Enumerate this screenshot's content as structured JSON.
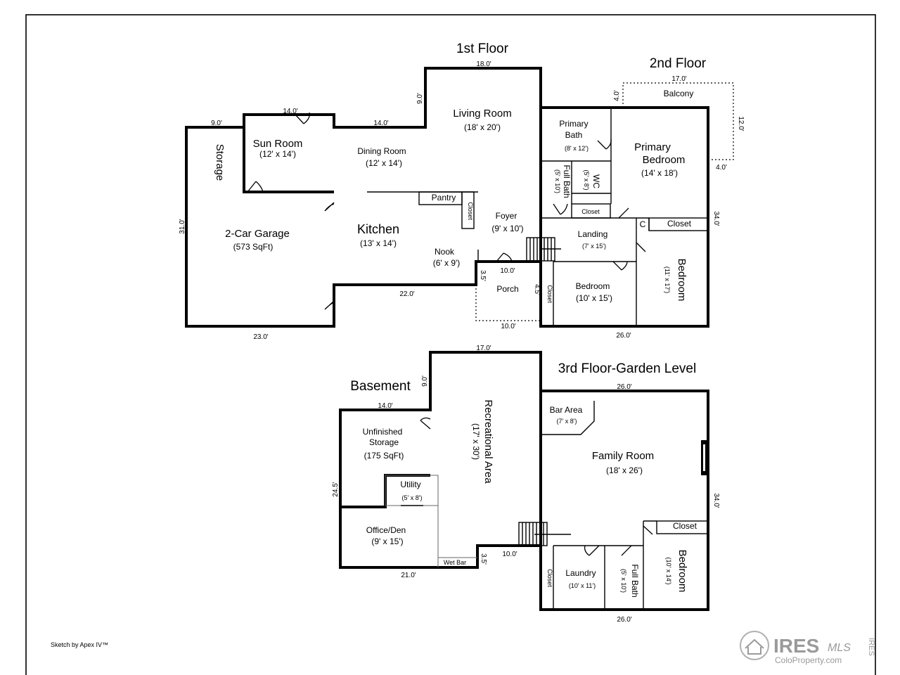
{
  "floors": {
    "first": "1st Floor",
    "second": "2nd Floor",
    "third": "3rd Floor-Garden Level",
    "basement": "Basement"
  },
  "rooms": {
    "storage": "Storage",
    "sun_room": "Sun Room",
    "sun_room_size": "(12' x 14')",
    "garage": "2-Car Garage",
    "garage_size": "(573 SqFt)",
    "living": "Living Room",
    "living_size": "(18' x 20')",
    "dining": "Dining Room",
    "dining_size": "(12' x 14')",
    "pantry": "Pantry",
    "closet": "Closet",
    "kitchen": "Kitchen",
    "kitchen_size": "(13' x 14')",
    "foyer": "Foyer",
    "foyer_size": "(9' x 10')",
    "nook": "Nook",
    "nook_size": "(6' x 9')",
    "porch": "Porch",
    "balcony": "Balcony",
    "primary_bath": "Primary",
    "primary_bath_2": "Bath",
    "primary_bath_size": "(8' x 12')",
    "primary_bed": "Primary",
    "primary_bed_2": "Bedroom",
    "primary_bed_size": "(14' x 18')",
    "full_bath": "Full Bath",
    "full_bath_size": "(5' x 10')",
    "wc": "WC",
    "wc_size": "(5' x 8')",
    "c": "C",
    "landing": "Landing",
    "landing_size": "(7' x 15')",
    "bedroom": "Bedroom",
    "bedroom_a_size": "(10' x 15')",
    "bedroom_b_size": "(11' x 17')",
    "rec": "Recreational Area",
    "rec_size": "(17' x 30')",
    "unfinished": "Unfinished",
    "unfinished_2": "Storage",
    "unfinished_size": "(175 SqFt)",
    "utility": "Utility",
    "utility_size": "(5' x 8')",
    "office": "Office/Den",
    "office_size": "(9' x 15')",
    "wetbar": "Wet Bar",
    "bar_area": "Bar Area",
    "bar_area_size": "(7' x 8')",
    "family": "Family Room",
    "family_size": "(18' x 26')",
    "laundry": "Laundry",
    "laundry_size": "(10' x 11')",
    "full_bath_b_size": "(5' x 10')",
    "bedroom_c_size": "(10' x 14')"
  },
  "dims": {
    "d18": "18.0'",
    "d9": "9.0'",
    "d14": "14.0'",
    "d31": "31.0'",
    "d23": "23.0'",
    "d22": "22.0'",
    "d10": "10.0'",
    "d35": "3.5'",
    "d45": "4.5'",
    "d17": "17.0'",
    "d4": "4.0'",
    "d12": "12.0'",
    "d34": "34.0'",
    "d26": "26.0'",
    "d245": "24.5'",
    "d21": "21.0'"
  },
  "credits": {
    "sketch": "Sketch by Apex IV™",
    "brand": "IRES",
    "brand_mls": "MLS",
    "site": "ColoProperty.com",
    "side": "IRES"
  }
}
